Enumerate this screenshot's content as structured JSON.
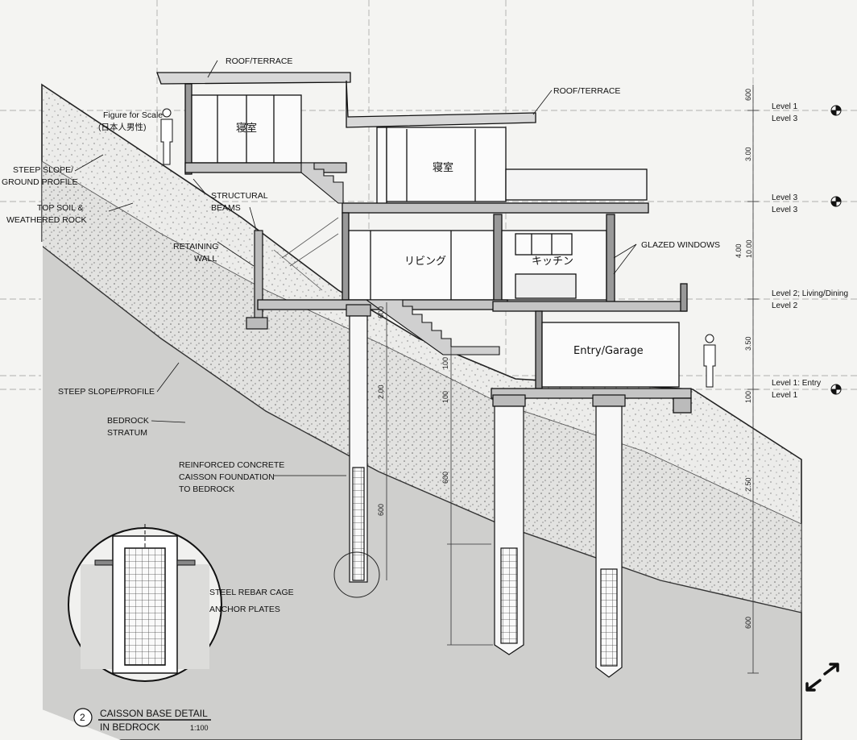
{
  "labels": {
    "roof_terrace_1": "ROOF/TERRACE",
    "roof_terrace_2": "ROOF/TERRACE",
    "figure_scale_1": "Figure for Scale",
    "figure_scale_2": "(日本人男性)",
    "steep_slope_ground_1": "STEEP SLOPE/",
    "steep_slope_ground_2": "GROUND PROFILE",
    "top_soil_1": "TOP SOIL &",
    "top_soil_2": "WEATHERED ROCK",
    "structural_beams_1": "STRUCTURAL",
    "structural_beams_2": "BEAMS",
    "retaining_wall_1": "RETAINING",
    "retaining_wall_2": "WALL",
    "steep_slope_profile": "STEEP SLOPE/PROFILE",
    "bedrock_1": "BEDROCK",
    "bedrock_2": "STRATUM",
    "caisson_1": "REINFORCED CONCRETE",
    "caisson_2": "CAISSON FOUNDATION",
    "caisson_3": "TO BEDROCK",
    "glazed_windows": "GLAZED WINDOWS",
    "steel_rebar": "STEEL REBAR CAGE",
    "anchor_plates": "ANCHOR PLATES"
  },
  "rooms": {
    "bedroom_upper": "寝室",
    "bedroom_mid": "寝室",
    "living": "リビング",
    "kitchen": "キッチン",
    "entry_garage": "Entry/Garage"
  },
  "levels": [
    {
      "top": "Level 1",
      "bottom": "Level 3"
    },
    {
      "top": "Level 3",
      "bottom": "Level 3"
    },
    {
      "top": "Level 2; Living/Dining",
      "bottom": "Level 2"
    },
    {
      "top": "Level 1: Entry",
      "bottom": "Level 1"
    }
  ],
  "dimensions": {
    "right_1": "600",
    "right_2": "3.00",
    "right_3": "4.00",
    "right_4": "10.00",
    "right_5": "3.50",
    "right_6": "100",
    "right_7": "2.50",
    "right_8": "600",
    "mid_1": "600",
    "mid_2": "2.00",
    "mid_3": "600",
    "mid_4": "100",
    "mid_5": "600",
    "mid_6": "100"
  },
  "detail": {
    "number": "2",
    "title_1": "CAISSON BASE DETAIL",
    "title_2": "IN BEDROCK",
    "scale": "1:100"
  }
}
